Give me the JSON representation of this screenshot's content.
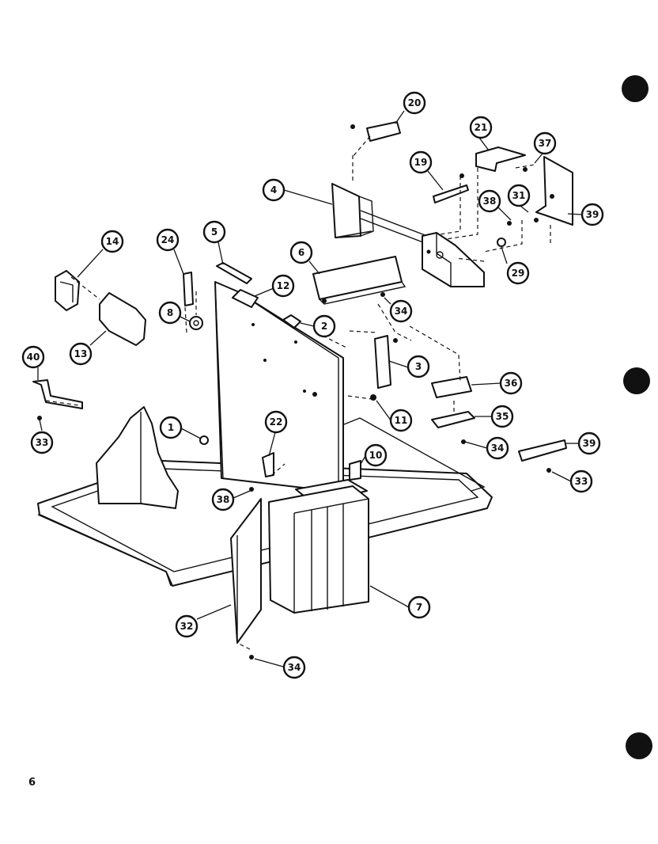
{
  "page": {
    "number": "6"
  },
  "callouts": [
    {
      "id": "c20",
      "label": "20"
    },
    {
      "id": "c21",
      "label": "21"
    },
    {
      "id": "c37",
      "label": "37"
    },
    {
      "id": "c19",
      "label": "19"
    },
    {
      "id": "c4",
      "label": "4"
    },
    {
      "id": "c38a",
      "label": "38"
    },
    {
      "id": "c31",
      "label": "31"
    },
    {
      "id": "c39a",
      "label": "39"
    },
    {
      "id": "c29",
      "label": "29"
    },
    {
      "id": "c14",
      "label": "14"
    },
    {
      "id": "c24",
      "label": "24"
    },
    {
      "id": "c5",
      "label": "5"
    },
    {
      "id": "c6",
      "label": "6"
    },
    {
      "id": "c12",
      "label": "12"
    },
    {
      "id": "c34a",
      "label": "34"
    },
    {
      "id": "c8",
      "label": "8"
    },
    {
      "id": "c2",
      "label": "2"
    },
    {
      "id": "c13",
      "label": "13"
    },
    {
      "id": "c40",
      "label": "40"
    },
    {
      "id": "c3",
      "label": "3"
    },
    {
      "id": "c36",
      "label": "36"
    },
    {
      "id": "c33a",
      "label": "33"
    },
    {
      "id": "c11",
      "label": "11"
    },
    {
      "id": "c35",
      "label": "35"
    },
    {
      "id": "c1",
      "label": "1"
    },
    {
      "id": "c22",
      "label": "22"
    },
    {
      "id": "c34b",
      "label": "34"
    },
    {
      "id": "c39b",
      "label": "39"
    },
    {
      "id": "c10",
      "label": "10"
    },
    {
      "id": "c33b",
      "label": "33"
    },
    {
      "id": "c38b",
      "label": "38"
    },
    {
      "id": "c7",
      "label": "7"
    },
    {
      "id": "c32",
      "label": "32"
    },
    {
      "id": "c34c",
      "label": "34"
    }
  ]
}
